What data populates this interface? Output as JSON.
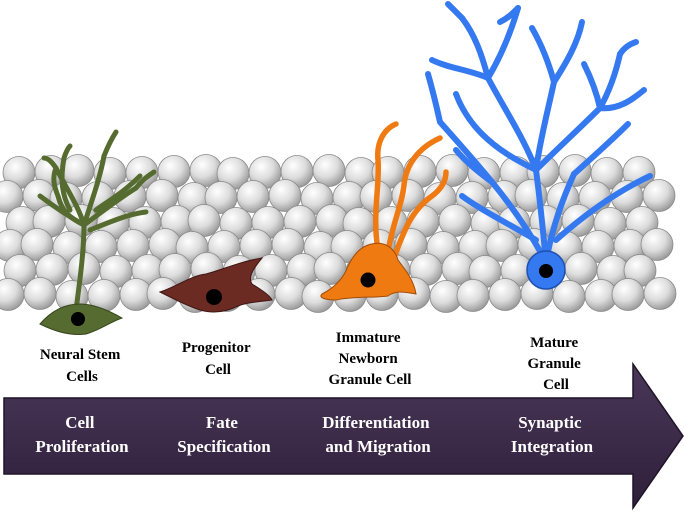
{
  "colors": {
    "stem_cell": "#556b2f",
    "progenitor": "#6b2a22",
    "immature": "#ef7a12",
    "mature": "#3579f0",
    "arrow": "#3c2a4a",
    "tissue_ball": "#d6d6d6"
  },
  "cells": [
    {
      "id": "neural-stem-cells",
      "lines": [
        "Neural Stem",
        "Cells"
      ]
    },
    {
      "id": "progenitor-cell",
      "lines": [
        "Progenitor",
        "Cell"
      ]
    },
    {
      "id": "immature-newborn-granule-cell",
      "lines": [
        "Immature",
        "Newborn",
        "Granule Cell"
      ]
    },
    {
      "id": "mature-granule-cell",
      "lines": [
        "Mature",
        "Granule",
        "Cell"
      ]
    }
  ],
  "stages": [
    {
      "id": "cell-proliferation",
      "lines": [
        "Cell",
        "Proliferation"
      ]
    },
    {
      "id": "fate-specification",
      "lines": [
        "Fate",
        "Specification"
      ]
    },
    {
      "id": "differentiation-and-migration",
      "lines": [
        "Differentiation",
        "and Migration"
      ]
    },
    {
      "id": "synaptic-integration",
      "lines": [
        "Synaptic",
        "Integration"
      ]
    }
  ]
}
